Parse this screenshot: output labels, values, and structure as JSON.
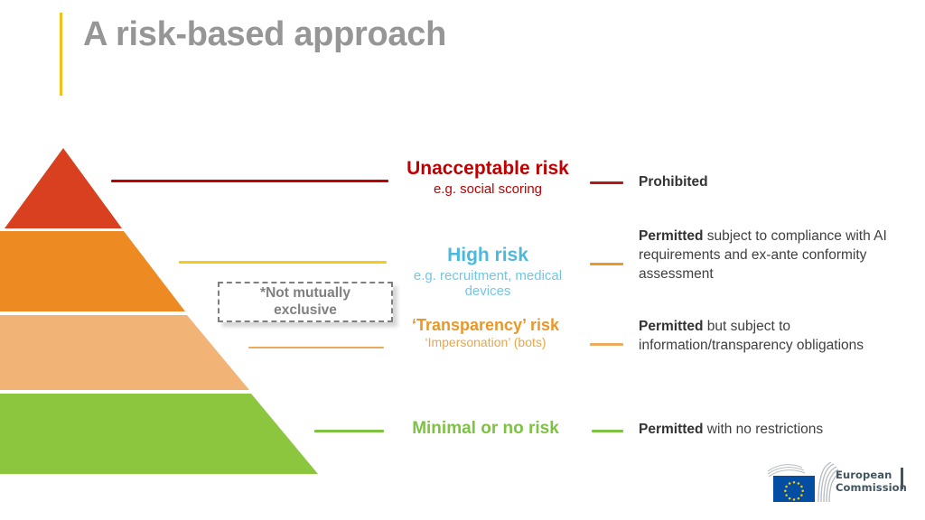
{
  "slide": {
    "title": "A risk-based approach",
    "accent_color": "#F3C219",
    "title_color": "#969696",
    "background": "#FFFFFF"
  },
  "pyramid": {
    "name": "risk-pyramid",
    "layers": [
      {
        "id": "unacceptable",
        "color": "#D9401F",
        "label": "Unacceptable risk"
      },
      {
        "id": "high",
        "color": "#ED8B22",
        "label": "High risk"
      },
      {
        "id": "transparency",
        "color": "#F2B377",
        "label": "'Transparency' risk"
      },
      {
        "id": "minimal",
        "color": "#8CC63F",
        "label": "Minimal or no risk"
      }
    ]
  },
  "levels": [
    {
      "id": "unacceptable",
      "head": "Unacceptable risk",
      "sub": "e.g. social scoring",
      "color": "#C00000",
      "line_left_color": "#C00000",
      "line_right_color": "#B61A16",
      "consequence_bold": "Prohibited",
      "consequence_rest": ""
    },
    {
      "id": "high",
      "head": "High risk",
      "sub": "e.g. recruitment, medical devices",
      "color": "#4BB8DC",
      "line_left_color": "#F2CB1D",
      "line_right_color": "#E8992B",
      "consequence_bold": "Permitted",
      "consequence_rest": " subject to compliance with AI requirements and ex-ante conformity assessment"
    },
    {
      "id": "transparency",
      "head": "‘Transparency’ risk",
      "sub": "‘Impersonation’ (bots)",
      "color": "#E8972B",
      "line_left_color": "#EDA95C",
      "line_right_color": "#EDA95C",
      "consequence_bold": "Permitted",
      "consequence_rest": " but subject to information/transparency obligations"
    },
    {
      "id": "minimal",
      "head": "Minimal or no risk",
      "sub": "",
      "color": "#7DC242",
      "line_left_color": "#7DC242",
      "line_right_color": "#7DC242",
      "consequence_bold": "Permitted",
      "consequence_rest": " with no restrictions"
    }
  ],
  "note": {
    "text": "*Not mutually exclusive",
    "line1": "*Not mutually",
    "line2": "exclusive",
    "border_color": "#7F7F7F",
    "text_color": "#808080"
  },
  "logo": {
    "line1": "European",
    "line2": "Commission",
    "flag_color": "#034EA2",
    "star_color": "#FFCC00",
    "text_color": "#41545F"
  }
}
